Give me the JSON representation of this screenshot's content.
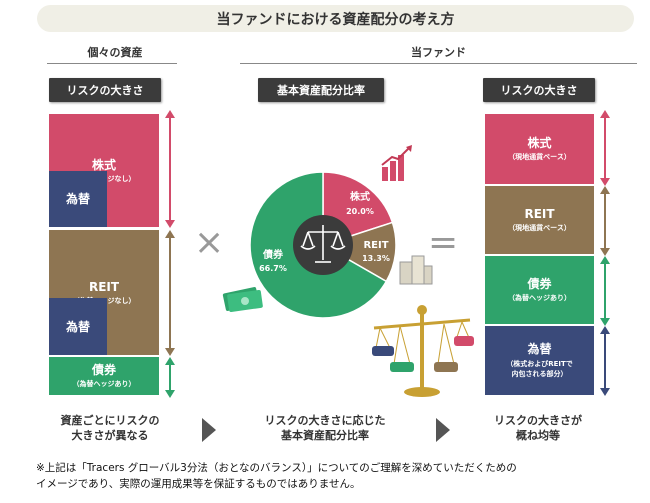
{
  "title": "当ファンドにおける資産配分の考え方",
  "left_section": {
    "heading": "個々の資産",
    "risk_label": "リスクの大きさ",
    "stock": {
      "main": "株式",
      "sub": "（為替ヘッジなし）"
    },
    "fx1": "為替",
    "reit": {
      "main": "REIT",
      "sub": "（為替ヘッジなし）"
    },
    "fx2": "為替",
    "bond": {
      "main": "債券",
      "sub": "（為替ヘッジあり）"
    }
  },
  "right_section_heading": "当ファンド",
  "center": {
    "label": "基本資産配分比率",
    "slices": [
      {
        "name": "株式",
        "pct": "20.0%",
        "value": 20.0,
        "color": "#d24b6a"
      },
      {
        "name": "REIT",
        "pct": "13.3%",
        "value": 13.3,
        "color": "#8e7552"
      },
      {
        "name": "債券",
        "pct": "66.7%",
        "value": 66.7,
        "color": "#2fa36b"
      }
    ]
  },
  "operators": {
    "times": "×",
    "equals": "="
  },
  "right": {
    "risk_label": "リスクの大きさ",
    "stock": {
      "main": "株式",
      "sub": "（現地通貨ベース）"
    },
    "reit": {
      "main": "REIT",
      "sub": "（現地通貨ベース）"
    },
    "bond": {
      "main": "債券",
      "sub": "（為替ヘッジあり）"
    },
    "fx": {
      "main": "為替",
      "sub1": "（株式およびREITで",
      "sub2": "内包される部分）"
    }
  },
  "captions": {
    "left1": "資産ごとにリスクの",
    "left2": "大きさが異なる",
    "mid1": "リスクの大きさに応じた",
    "mid2": "基本資産配分比率",
    "right1": "リスクの大きさが",
    "right2": "概ね均等"
  },
  "note": {
    "line1": "※上記は「Tracers グローバル3分法（おとなのバランス）」についてのご理解を深めていただくための",
    "line2": "イメージであり、実際の運用成果等を保証するものではありません。"
  },
  "colors": {
    "stock": "#d24b6a",
    "reit": "#8e7552",
    "bond": "#2fa36b",
    "fx": "#3a4a7a"
  }
}
